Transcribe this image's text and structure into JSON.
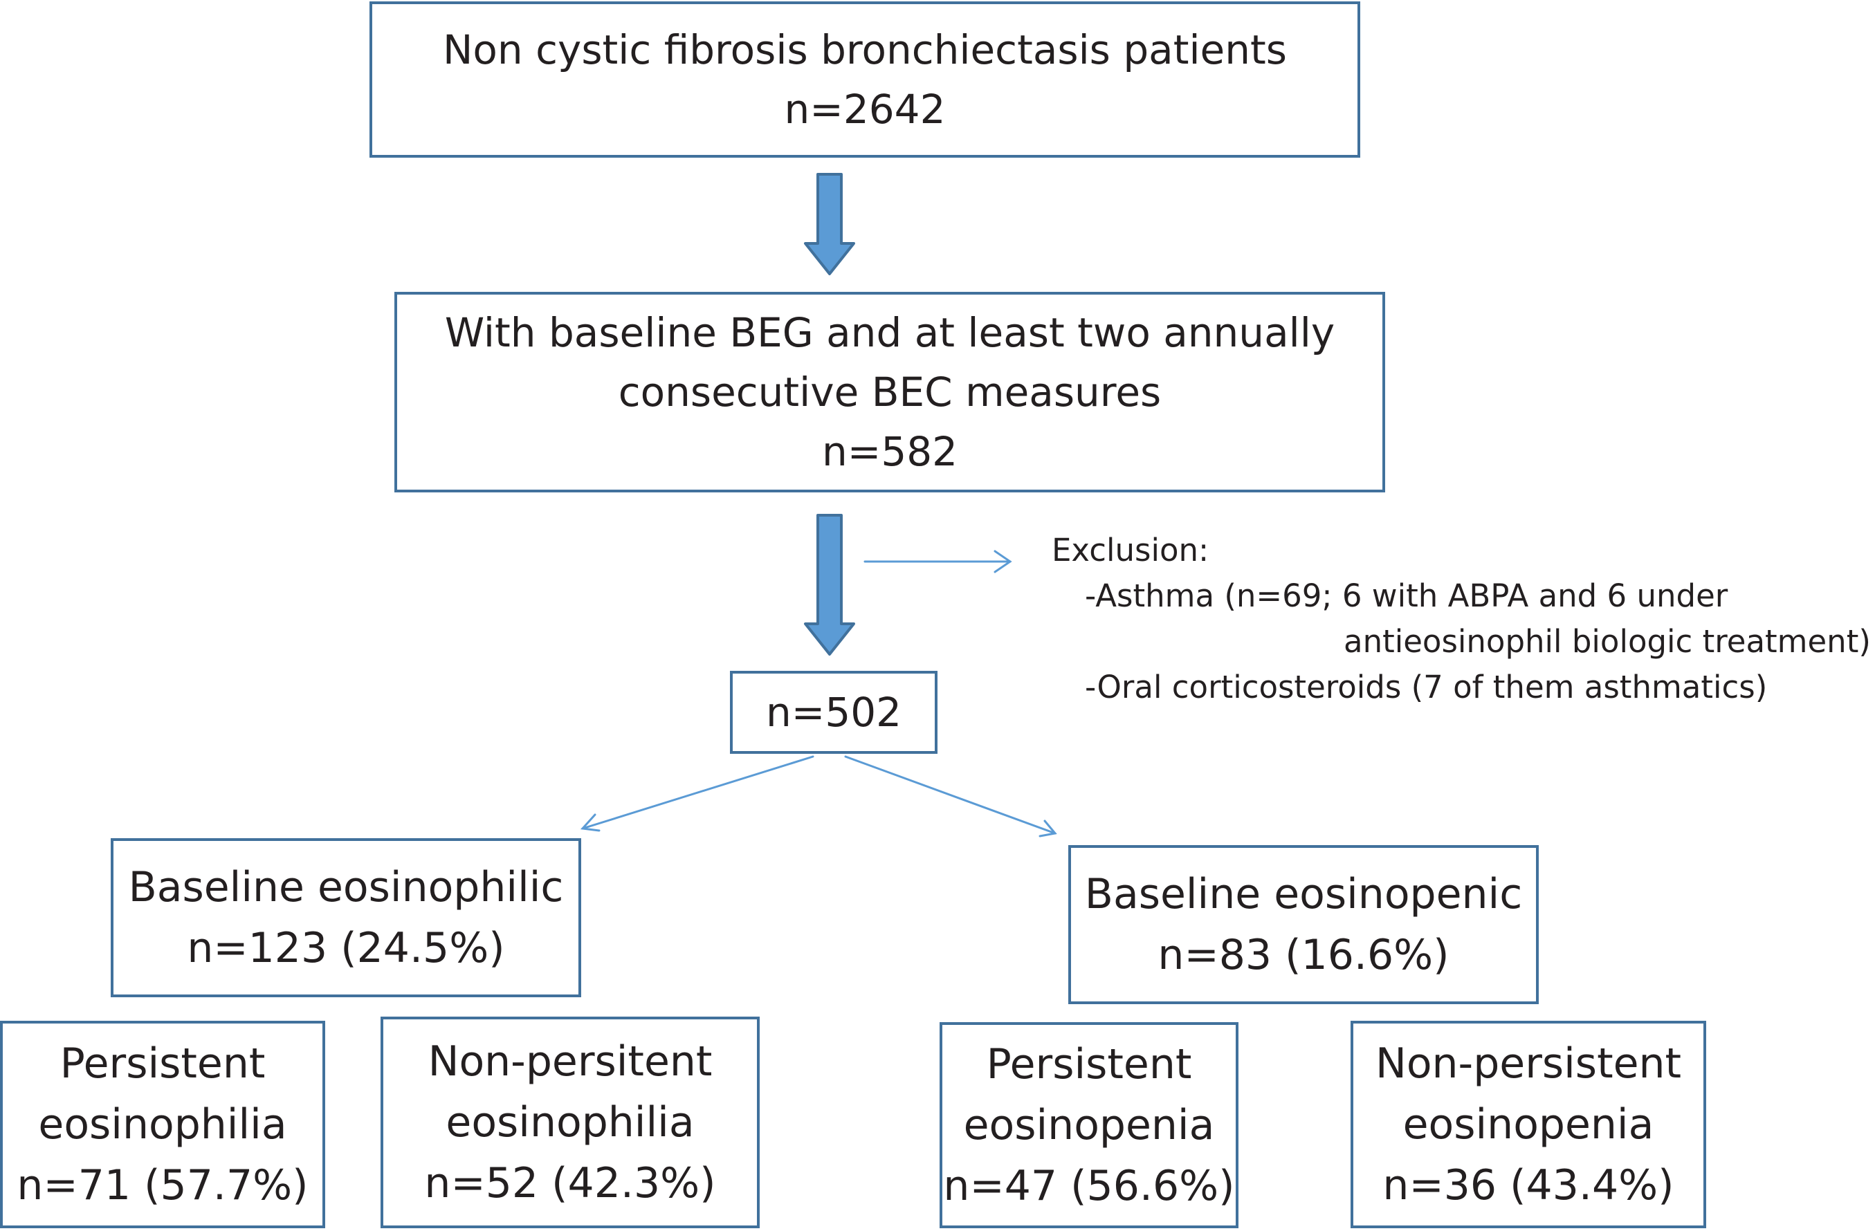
{
  "flow": {
    "step1": {
      "title": "Non cystic fibrosis bronchiectasis patients",
      "count": "n=2642"
    },
    "step2": {
      "line1": "With baseline BEG and at least two annually",
      "line2": "consecutive BEC measures",
      "count": "n=582"
    },
    "step3": {
      "count": "n=502"
    },
    "exclusion": {
      "heading": "Exclusion:",
      "item1_line1": "-Asthma (n=69; 6 with ABPA and 6 under",
      "item1_line2": "antieosinophil biologic treatment)",
      "item2": "-Oral corticosteroids (7 of them asthmatics)"
    },
    "eosinophilic": {
      "title": "Baseline eosinophilic",
      "count": "n=123 (24.5%)"
    },
    "eosinopenic": {
      "title": "Baseline eosinopenic",
      "count": "n=83 (16.6%)"
    },
    "persistent_eosinophilia": {
      "line1": "Persistent",
      "line2": "eosinophilia",
      "count": "n=71 (57.7%)"
    },
    "nonpersistent_eosinophilia": {
      "line1": "Non-persitent",
      "line2": "eosinophilia",
      "count": "n=52 (42.3%)"
    },
    "persistent_eosinopenia": {
      "line1": "Persistent",
      "line2": "eosinopenia",
      "count": "n=47 (56.6%)"
    },
    "nonpersistent_eosinopenia": {
      "line1": "Non-persistent",
      "line2": "eosinopenia",
      "count": "n=36 (43.4%)"
    }
  },
  "colors": {
    "border": "#41719c",
    "arrow_fill": "#5b9bd5",
    "thin_arrow": "#5b9bd5",
    "text": "#231f20"
  }
}
